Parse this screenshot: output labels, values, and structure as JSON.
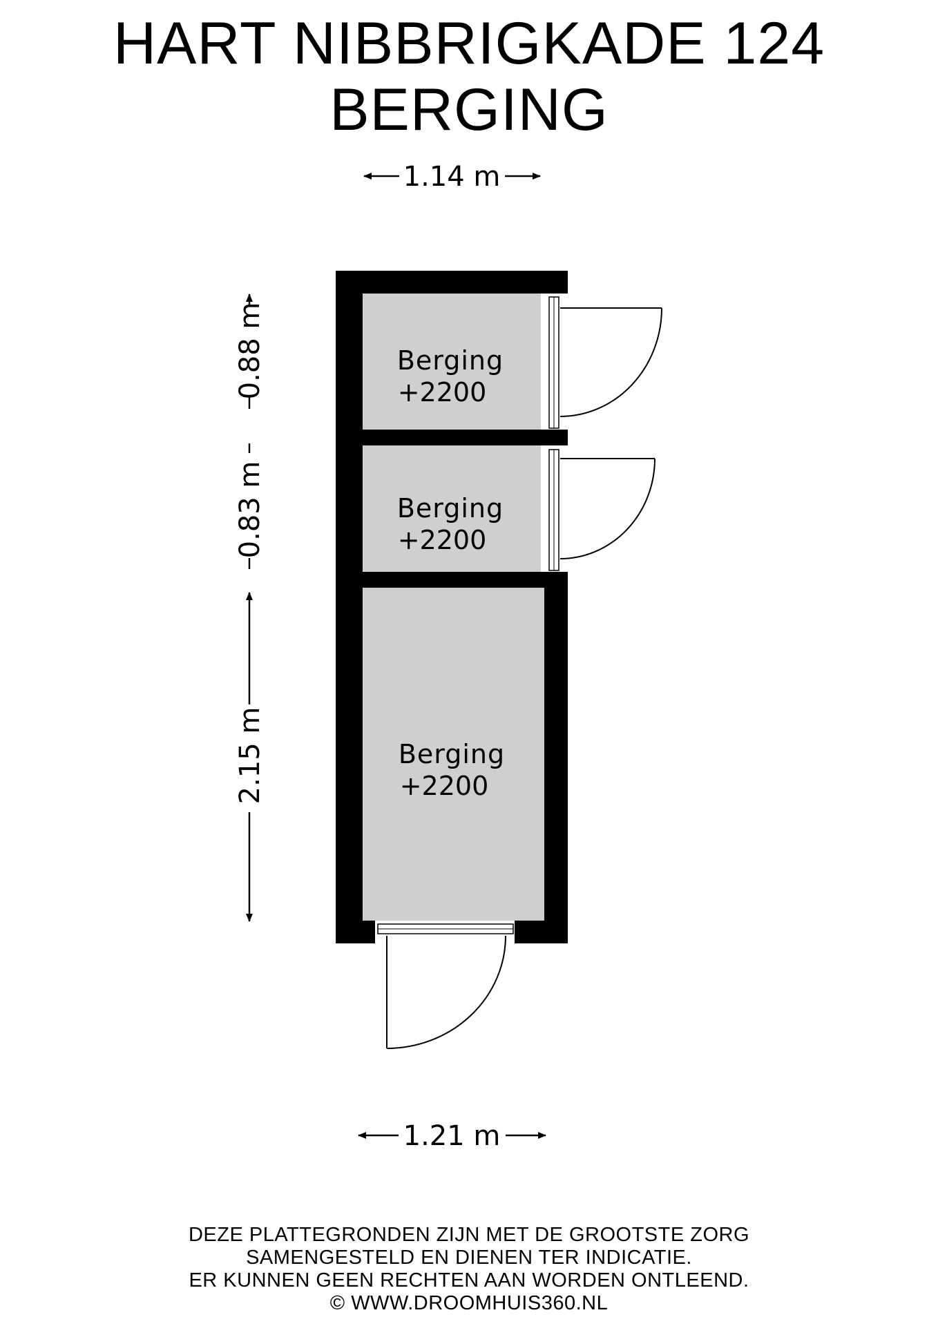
{
  "header": {
    "title_line_1": "HART NIBBRIGKADE 124",
    "title_line_2": "BERGING"
  },
  "dimensions": {
    "top_width": "1.14 m",
    "bottom_width": "1.21 m",
    "left_height_top": "0.88 m",
    "left_height_middle": "0.83 m",
    "left_height_bottom": "2.15 m"
  },
  "rooms": [
    {
      "name": "Berging",
      "level": "+2200"
    },
    {
      "name": "Berging",
      "level": "+2200"
    },
    {
      "name": "Berging",
      "level": "+2200"
    }
  ],
  "footer": {
    "line_1": "DEZE PLATTEGRONDEN ZIJN MET DE GROOTSTE ZORG",
    "line_2": "SAMENGESTELD EN DIENEN TER INDICATIE.",
    "line_3": "ER KUNNEN GEEN RECHTEN AAN WORDEN ONTLEEND.",
    "line_4": "© WWW.DROOMHUIS360.NL"
  },
  "colors": {
    "wall": "#000000",
    "room_fill": "#cfcfcf",
    "background": "#ffffff",
    "ink": "#000000"
  }
}
